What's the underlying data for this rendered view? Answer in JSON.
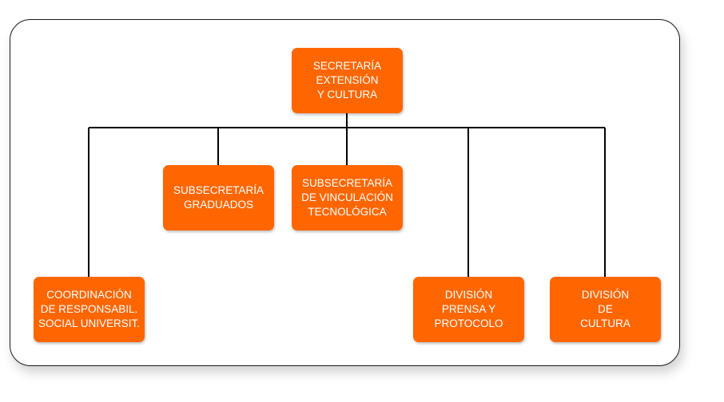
{
  "colors": {
    "box_fill": "#ff6600",
    "box_text": "#ffffff",
    "connector": "#000000",
    "frame_border": "#1a1a1a"
  },
  "org_chart": {
    "root": {
      "label": "SECRETARÍA\nEXTENSIÓN\nY CULTURA"
    },
    "children": [
      {
        "label": "SUBSECRETARÍA\nGRADUADOS"
      },
      {
        "label": "SUBSECRETARÍA\nDE VINCULACIÓN\nTECNOLÓGICA"
      },
      {
        "label": "COORDINACIÓN\nDE RESPONSABIL.\nSOCIAL UNIVERSIT."
      },
      {
        "label": "DIVISIÓN\nPRENSA Y\nPROTOCOLO"
      },
      {
        "label": "DIVISIÓN\nDE\nCULTURA"
      }
    ]
  }
}
